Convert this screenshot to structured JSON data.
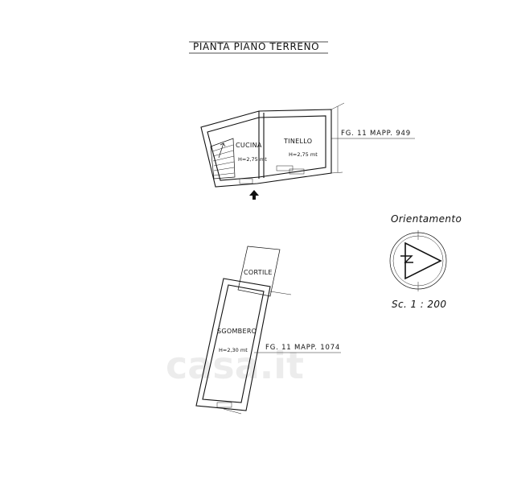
{
  "title": "PIANTA PIANO TERRENO",
  "rooms": {
    "cucina": {
      "name": "CUCINA",
      "height": "H=2,75 mt"
    },
    "tinello": {
      "name": "TINELLO",
      "height": "H=2,75 mt"
    },
    "cortile": {
      "name": "CORTILE"
    },
    "sgombero": {
      "name": "SGOMBERO",
      "height": "H=2,30 mt"
    }
  },
  "map_refs": {
    "upper": "FG. 11 MAPP. 949",
    "lower": "FG. 11 MAPP. 1074"
  },
  "orientation": {
    "label": "Orientamento",
    "scale": "Sc. 1 : 200"
  },
  "watermark": "casa.it"
}
